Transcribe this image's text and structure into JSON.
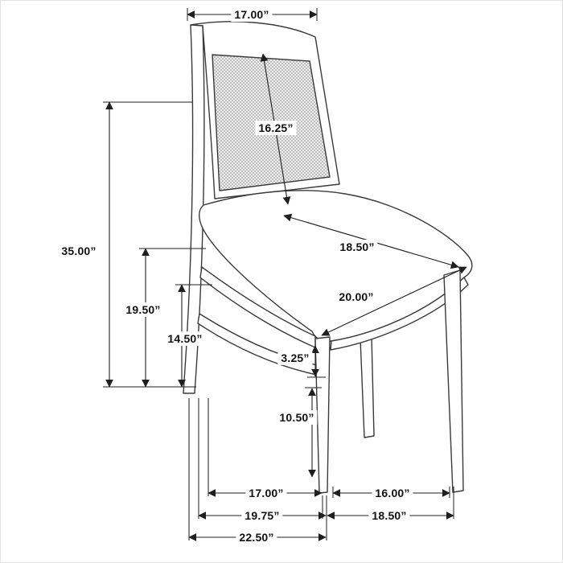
{
  "dimensions": {
    "back_width": "17.00”",
    "back_panel_diagonal": "16.25”",
    "overall_height": "35.00”",
    "back_height": "19.50”",
    "seat_back_height": "14.50”",
    "seat_diagonal_depth": "18.50”",
    "seat_width": "20.00”",
    "apron_thickness": "3.25”",
    "leg_height": "10.50”",
    "floor_depth_inner": "17.00”",
    "floor_width_inner": "16.00”",
    "floor_depth_mid": "19.75”",
    "floor_width_outer": "18.50”",
    "overall_depth": "22.50”"
  }
}
